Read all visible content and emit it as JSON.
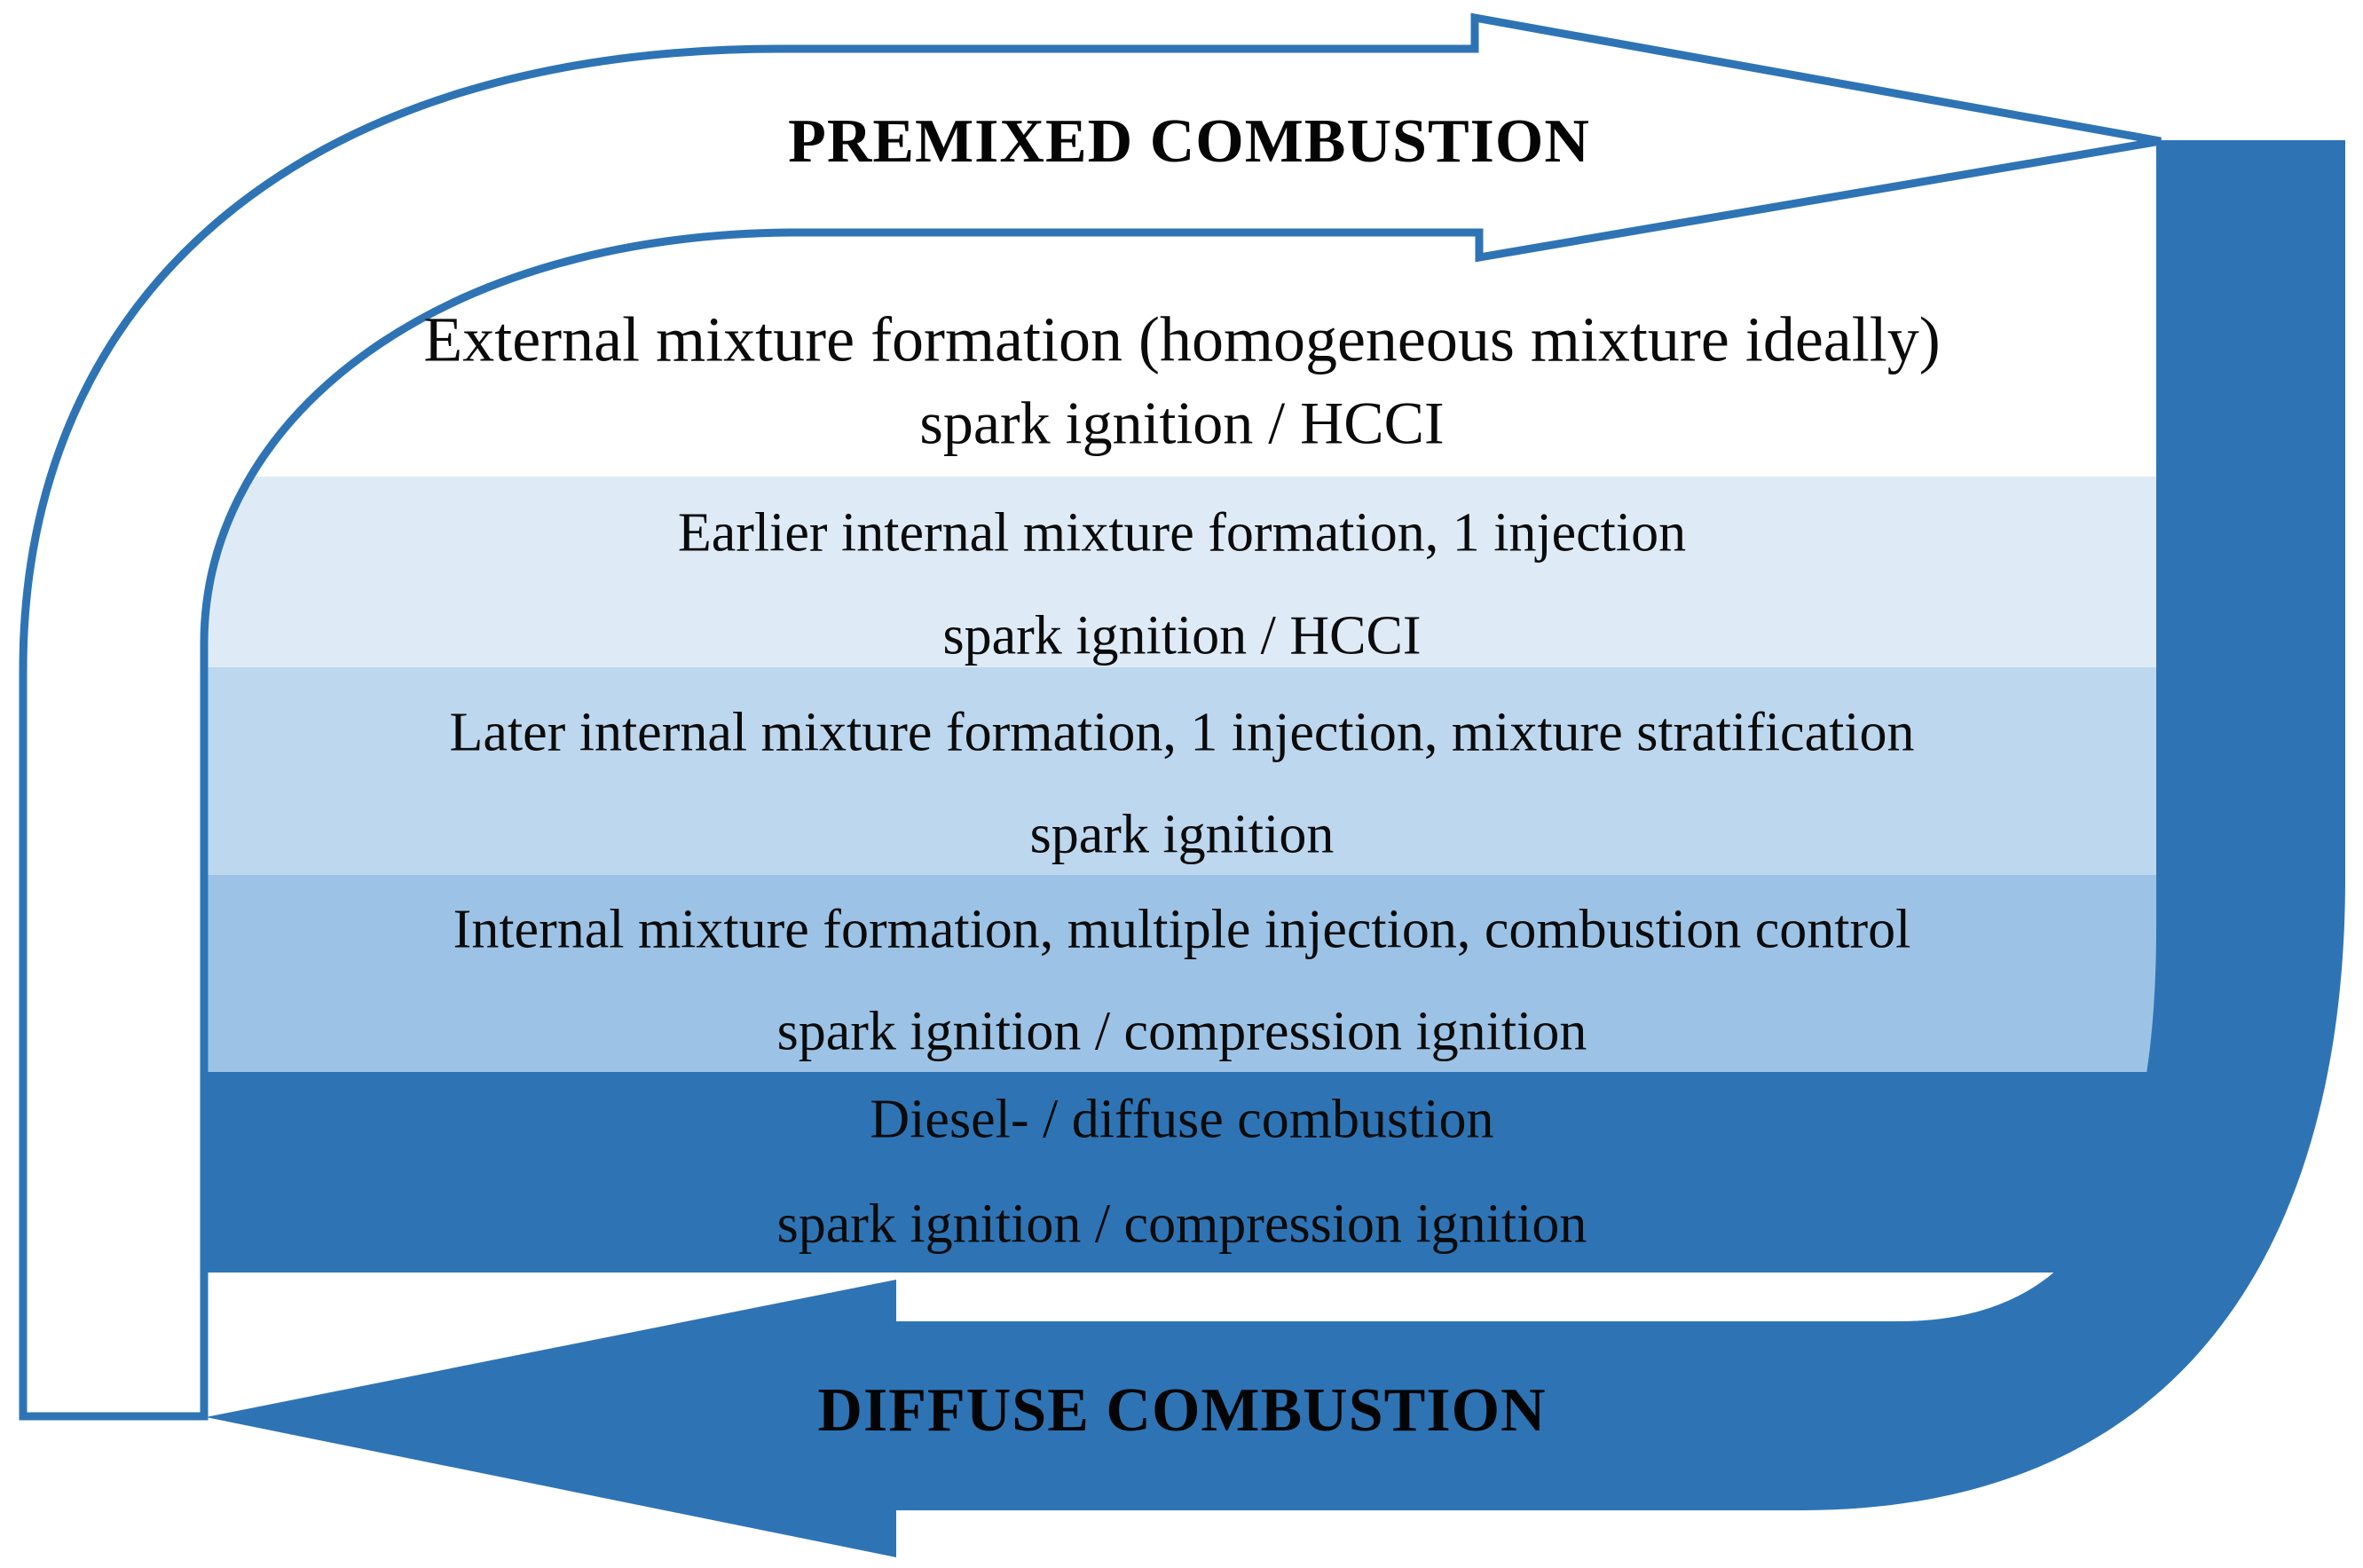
{
  "figure": {
    "description": "Diagram of combustion concepts between premixed and diffuse combustion"
  },
  "arrows": {
    "premixed_label": "PREMIXED COMBUSTION",
    "diffuse_label": "DIFFUSE COMBUSTION"
  },
  "colors": {
    "arrow_blue": "#2E74B5",
    "white": "#FFFFFF",
    "band1": "#FFFFFF",
    "band2": "#DEEBF7",
    "band3": "#BDD7EE",
    "band4": "#9CC3E6",
    "band5": "#2E74B5",
    "text": "#0B0B0B"
  },
  "bands": [
    {
      "line1": "External mixture formation (homogeneous mixture ideally)",
      "line2": "spark ignition / HCCI",
      "color": "#FFFFFF"
    },
    {
      "line1": "Earlier internal mixture formation, 1 injection",
      "line2": "spark ignition / HCCI",
      "color": "#DEEBF7"
    },
    {
      "line1": "Later internal mixture formation, 1 injection, mixture stratification",
      "line2": "spark ignition",
      "color": "#BDD7EE"
    },
    {
      "line1": "Internal mixture formation, multiple injection, combustion control",
      "line2": "spark ignition / compression ignition",
      "color": "#9CC3E6"
    },
    {
      "line1": "Diesel- / diffuse combustion",
      "line2": "spark ignition / compression ignition",
      "color": "#2E74B5"
    }
  ]
}
